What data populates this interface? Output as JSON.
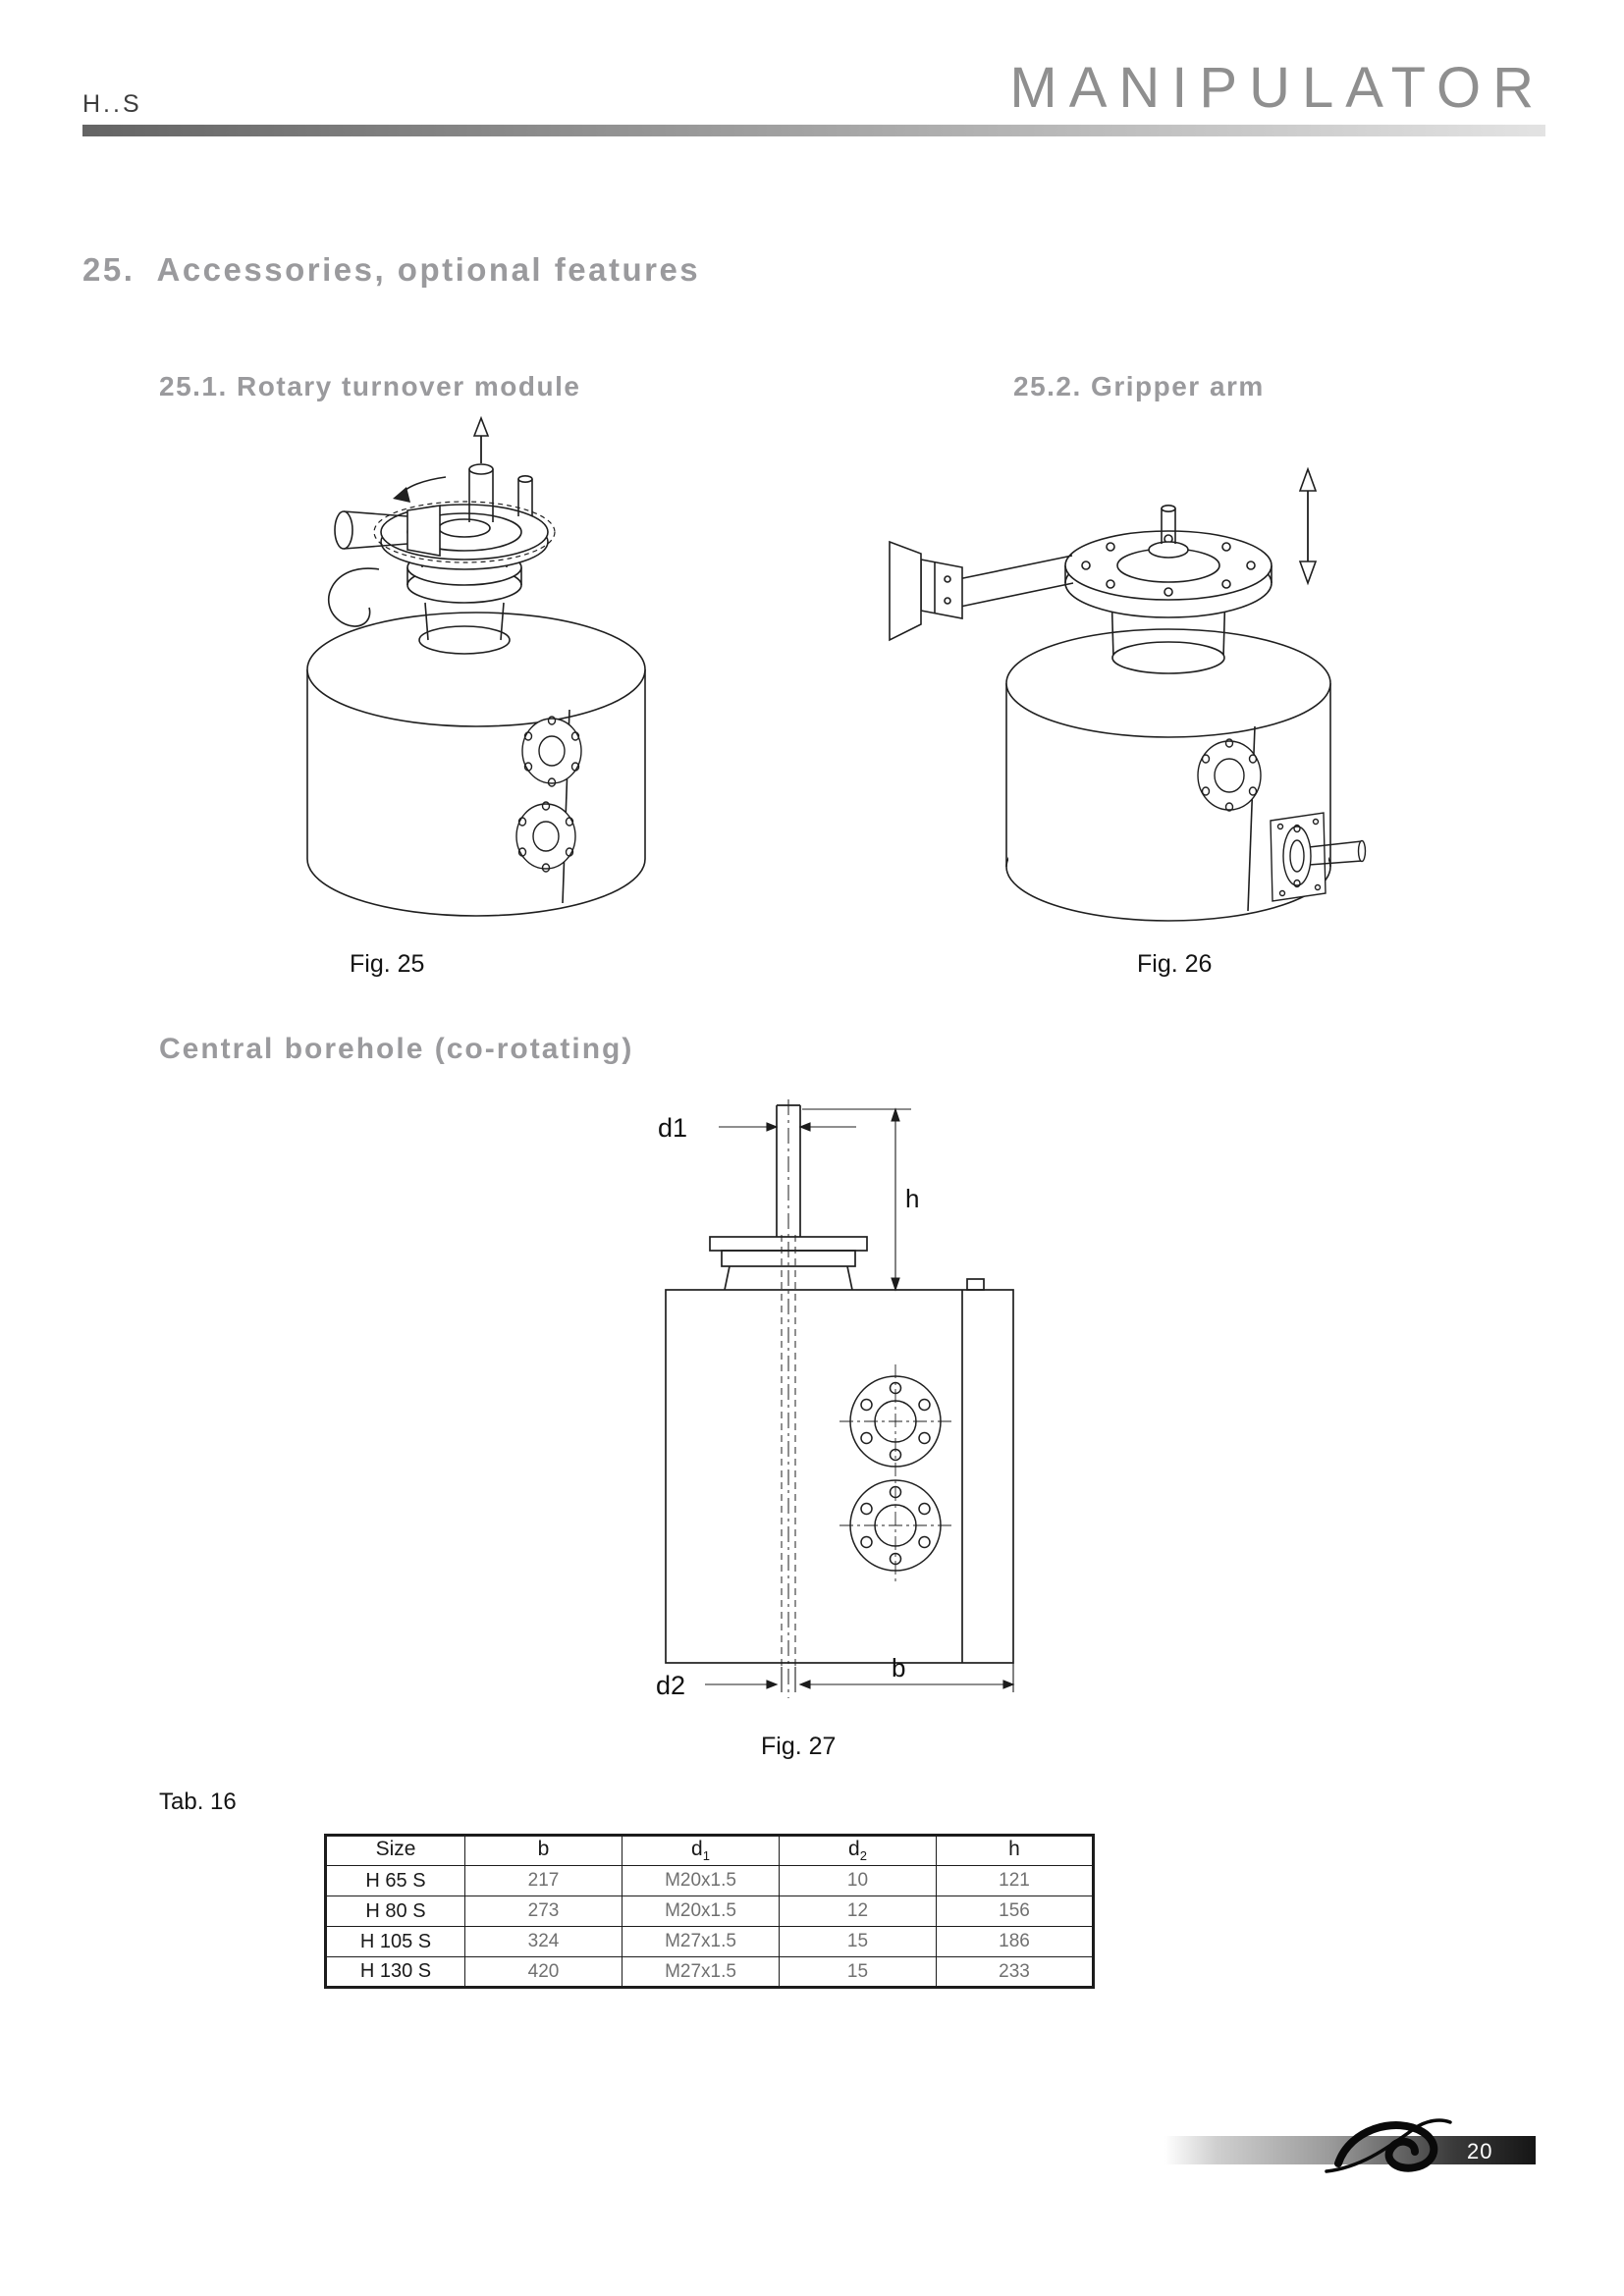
{
  "header": {
    "model": "H..S",
    "brand": "MANIPULATOR"
  },
  "titles": {
    "section": "25.  Accessories, optional features",
    "sub_left": "25.1. Rotary turnover module",
    "sub_right": "25.2. Gripper arm",
    "central": "Central borehole (co-rotating)"
  },
  "figures": {
    "fig25_caption": "Fig. 25",
    "fig26_caption": "Fig. 26",
    "fig27_caption": "Fig. 27"
  },
  "fig27": {
    "dims": {
      "d1": "d1",
      "h": "h",
      "d2": "d2",
      "b": "b"
    }
  },
  "table": {
    "label": "Tab. 16",
    "headers": [
      {
        "label": "Size",
        "sub": ""
      },
      {
        "label": "b",
        "sub": ""
      },
      {
        "label": "d",
        "sub": "1"
      },
      {
        "label": "d",
        "sub": "2"
      },
      {
        "label": "h",
        "sub": ""
      }
    ],
    "rows": [
      [
        "H 65 S",
        "217",
        "M20x1.5",
        "10",
        "121"
      ],
      [
        "H 80 S",
        "273",
        "M20x1.5",
        "12",
        "156"
      ],
      [
        "H 105 S",
        "324",
        "M27x1.5",
        "15",
        "186"
      ],
      [
        "H 130 S",
        "420",
        "M27x1.5",
        "15",
        "233"
      ]
    ]
  },
  "footer": {
    "page": "20"
  }
}
